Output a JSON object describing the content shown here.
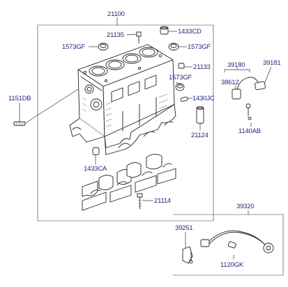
{
  "diagram": {
    "labels": {
      "engine_block": "21100",
      "bolt_21135": "21135",
      "cap_1433CD": "1433CD",
      "plug_left": "1573GF",
      "plug_right": "1573GF",
      "plug_mid": "1573GF",
      "pin_21133": "21133",
      "sensor_group": "39180",
      "part_39181": "39181",
      "part_38612": "38612",
      "stud_1151DB": "1151DB",
      "dowel_1430JC": "1430JC",
      "plug_21124": "21124",
      "bolt_1140AB": "1140AB",
      "plug_1433CA": "1433CA",
      "bearing_bolt_21114": "21114",
      "knock_sensor": "39320",
      "bracket_39251": "39251",
      "bolt_1120GK": "1120GK"
    },
    "colors": {
      "label_text": "#1e2a7a",
      "line_art": "#222222",
      "background": "#ffffff"
    }
  }
}
